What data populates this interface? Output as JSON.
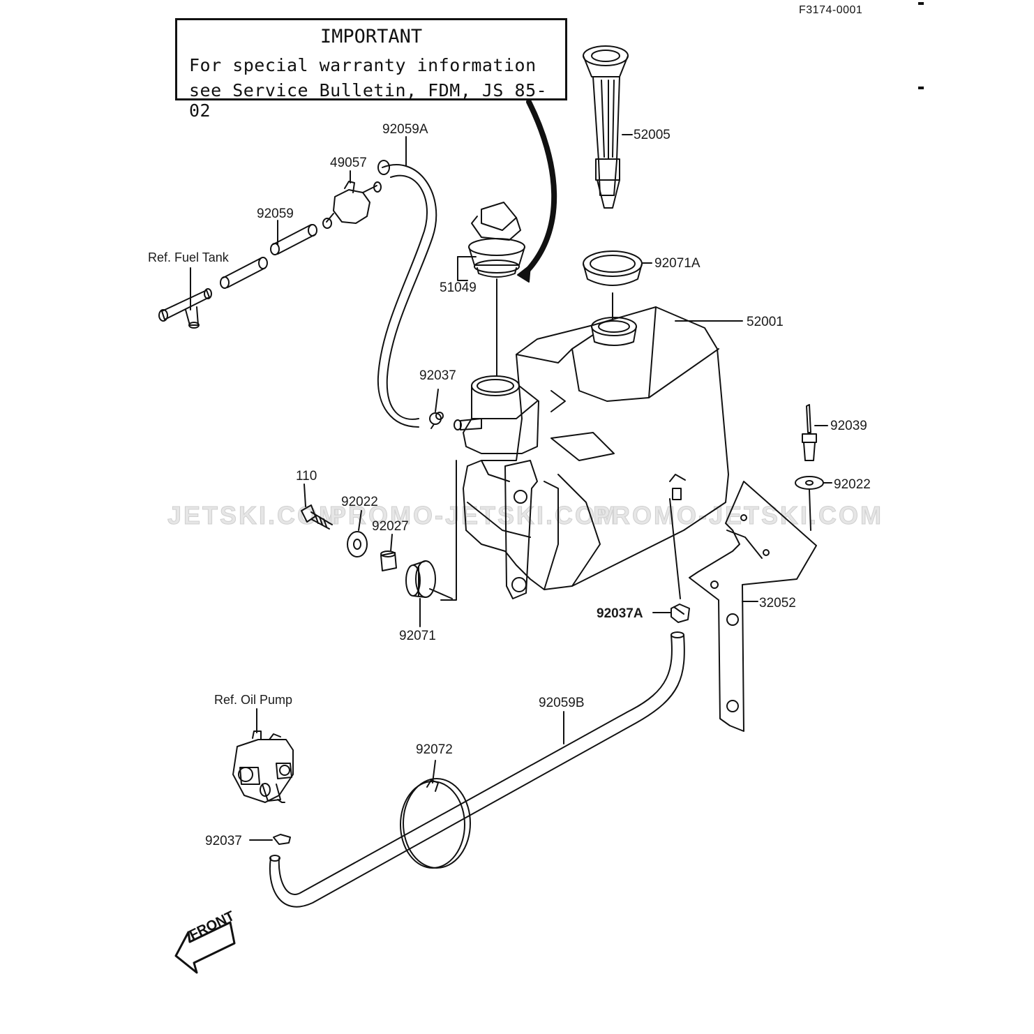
{
  "figure_id": "F3174-0001",
  "notice": {
    "title": "IMPORTANT",
    "line1": "For special warranty information",
    "line2": "see Service Bulletin, FDM, JS 85-02"
  },
  "watermarks": [
    "JETSKI.COM",
    "PROMO-JETSKI.COM",
    "PROMO-JETSKI.COM"
  ],
  "parts": {
    "p52005": "52005",
    "p92059A": "92059A",
    "p49057": "49057",
    "p92059": "92059",
    "p51049": "51049",
    "p92071A": "92071A",
    "p52001": "52001",
    "p92037_top": "92037",
    "p92039": "92039",
    "p92022_right": "92022",
    "p110": "110",
    "p92022_left": "92022",
    "p92027": "92027",
    "p92071": "92071",
    "p32052": "32052",
    "p92037A": "92037A",
    "p92059B": "92059B",
    "p92072": "92072",
    "p92037_bottom": "92037"
  },
  "refs": {
    "fuel_tank": "Ref. Fuel Tank",
    "oil_pump": "Ref. Oil Pump"
  },
  "front_label": "FRONT"
}
